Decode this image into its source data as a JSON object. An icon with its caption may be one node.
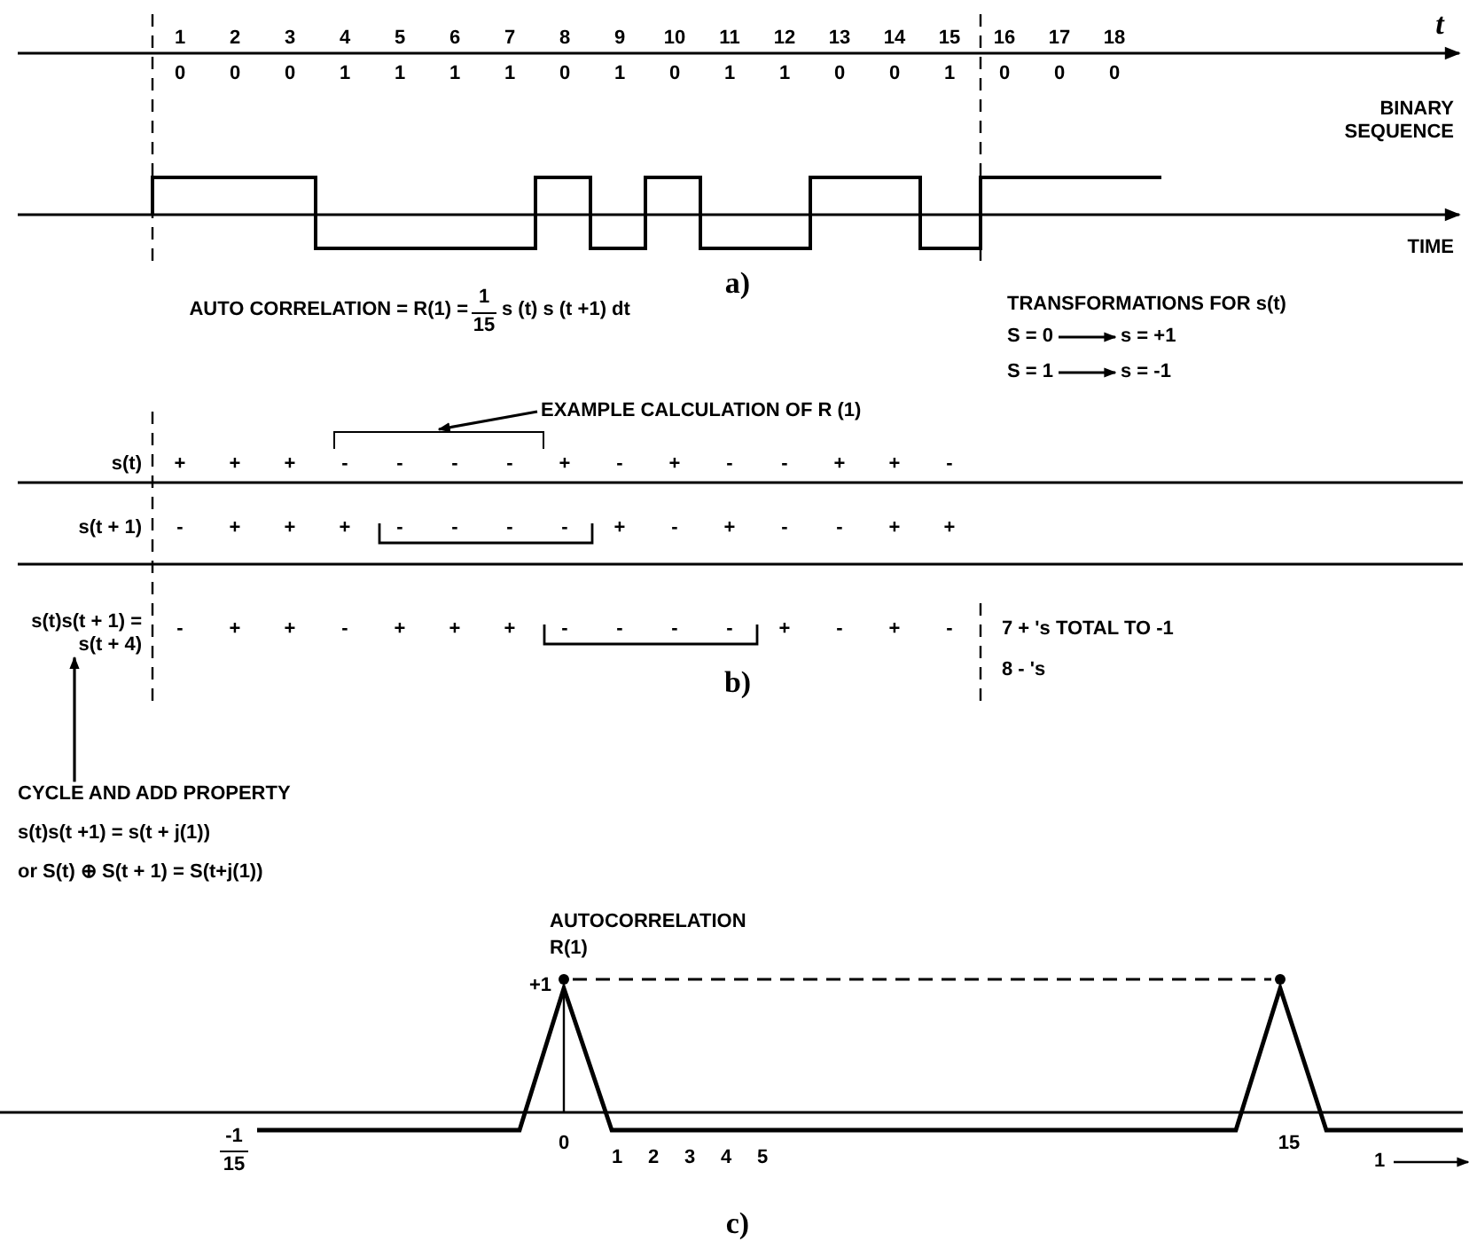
{
  "diagram": {
    "nodes": [
      {
        "text": [
          "EXAMPLE CALCULATION OF R (1)"
        ]
      },
      {
        "text": [],
        "shape": "bracket"
      },
      {
        "text": [
          "CYCLE AND ADD PROPERTY"
        ]
      },
      {
        "text": [
          "s(t)s(t + 1) = s(t + 4)"
        ]
      },
      {
        "text": [
          "S = 0"
        ]
      },
      {
        "text": [
          "s = +1"
        ]
      },
      {
        "text": [
          "S = 1"
        ]
      },
      {
        "text": [
          "s = -1"
        ]
      }
    ],
    "edges": [
      {
        "from": 0,
        "to": 1,
        "arrow": "to"
      },
      {
        "from": 2,
        "to": 3,
        "arrow": "to"
      },
      {
        "from": 4,
        "to": 5,
        "arrow": "to"
      },
      {
        "from": 6,
        "to": 7,
        "arrow": "to"
      }
    ],
    "labels": [
      "t",
      "1",
      "2",
      "3",
      "4",
      "5",
      "6",
      "7",
      "8",
      "9",
      "10",
      "11",
      "12",
      "13",
      "14",
      "15",
      "16",
      "17",
      "18",
      "0",
      "0",
      "0",
      "1",
      "1",
      "1",
      "1",
      "0",
      "1",
      "0",
      "1",
      "1",
      "0",
      "0",
      "1",
      "0",
      "0",
      "0",
      "BINARY SEQUENCE",
      "TIME",
      "a)",
      "AUTO CORRELATION = R(1) =",
      "1",
      "15",
      "s (t) s (t +1) dt",
      "TRANSFORMATIONS FOR s(t)",
      "s(t)",
      "+",
      "+",
      "+",
      "-",
      "-",
      "-",
      "-",
      "+",
      "-",
      "+",
      "-",
      "-",
      "+",
      "+",
      "-",
      "s(t + 1)",
      "-",
      "+",
      "+",
      "+",
      "-",
      "-",
      "-",
      "-",
      "+",
      "-",
      "+",
      "-",
      "-",
      "+",
      "+",
      "-",
      "+",
      "+",
      "-",
      "+",
      "+",
      "+",
      "-",
      "-",
      "-",
      "-",
      "+",
      "-",
      "+",
      "-",
      "7 + 's TOTAL TO -1",
      "8 - 's",
      "b)",
      "s(t)s(t +1) = s(t + j(1))",
      "or S(t) ⊕ S(t + 1) = S(t+j(1))",
      "AUTOCORRELATION",
      "R(1)",
      "+1",
      "-1",
      "15",
      "0",
      "1",
      "2",
      "3",
      "4",
      "5",
      "15",
      "1",
      "c)"
    ]
  }
}
